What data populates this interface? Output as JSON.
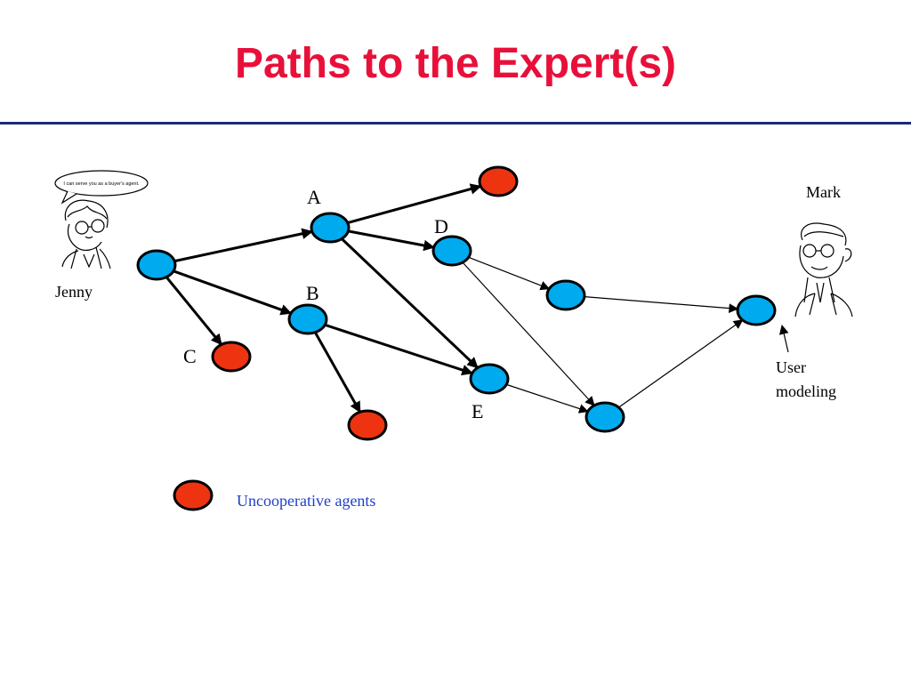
{
  "title": "Paths to the Expert(s)",
  "colors": {
    "title": "#e8103a",
    "rule": "#1a2a7a",
    "cooperative": "#00aaee",
    "uncooperative": "#ee3311",
    "legend_text": "#1f3fc8",
    "edge": "#000000"
  },
  "people": {
    "jenny": {
      "name": "Jenny",
      "speech": "I can serve you as a buyer's agent."
    },
    "mark": {
      "name": "Mark"
    }
  },
  "node_labels": {
    "A": "A",
    "B": "B",
    "C": "C",
    "D": "D",
    "E": "E"
  },
  "annotation": {
    "line1": "User",
    "line2": "modeling"
  },
  "legend": {
    "label": "Uncooperative agents"
  },
  "nodes": [
    {
      "id": "start",
      "type": "cooperative"
    },
    {
      "id": "A",
      "type": "cooperative"
    },
    {
      "id": "B",
      "type": "cooperative"
    },
    {
      "id": "C",
      "type": "uncooperative"
    },
    {
      "id": "D",
      "type": "cooperative"
    },
    {
      "id": "E",
      "type": "cooperative"
    },
    {
      "id": "top-red",
      "type": "uncooperative"
    },
    {
      "id": "bottom-red",
      "type": "uncooperative"
    },
    {
      "id": "mid",
      "type": "cooperative"
    },
    {
      "id": "low",
      "type": "cooperative"
    },
    {
      "id": "mark-node",
      "type": "cooperative"
    }
  ],
  "edges": [
    {
      "from": "start",
      "to": "A",
      "weight": "bold"
    },
    {
      "from": "start",
      "to": "B",
      "weight": "bold"
    },
    {
      "from": "start",
      "to": "C",
      "weight": "bold"
    },
    {
      "from": "A",
      "to": "top-red",
      "weight": "bold"
    },
    {
      "from": "A",
      "to": "D",
      "weight": "bold"
    },
    {
      "from": "A",
      "to": "E",
      "weight": "bold"
    },
    {
      "from": "B",
      "to": "E",
      "weight": "bold"
    },
    {
      "from": "B",
      "to": "bottom-red",
      "weight": "bold"
    },
    {
      "from": "D",
      "to": "mid",
      "weight": "thin"
    },
    {
      "from": "D",
      "to": "low",
      "weight": "thin"
    },
    {
      "from": "E",
      "to": "low",
      "weight": "thin"
    },
    {
      "from": "mid",
      "to": "mark-node",
      "weight": "thin"
    },
    {
      "from": "low",
      "to": "mark-node",
      "weight": "thin"
    }
  ]
}
